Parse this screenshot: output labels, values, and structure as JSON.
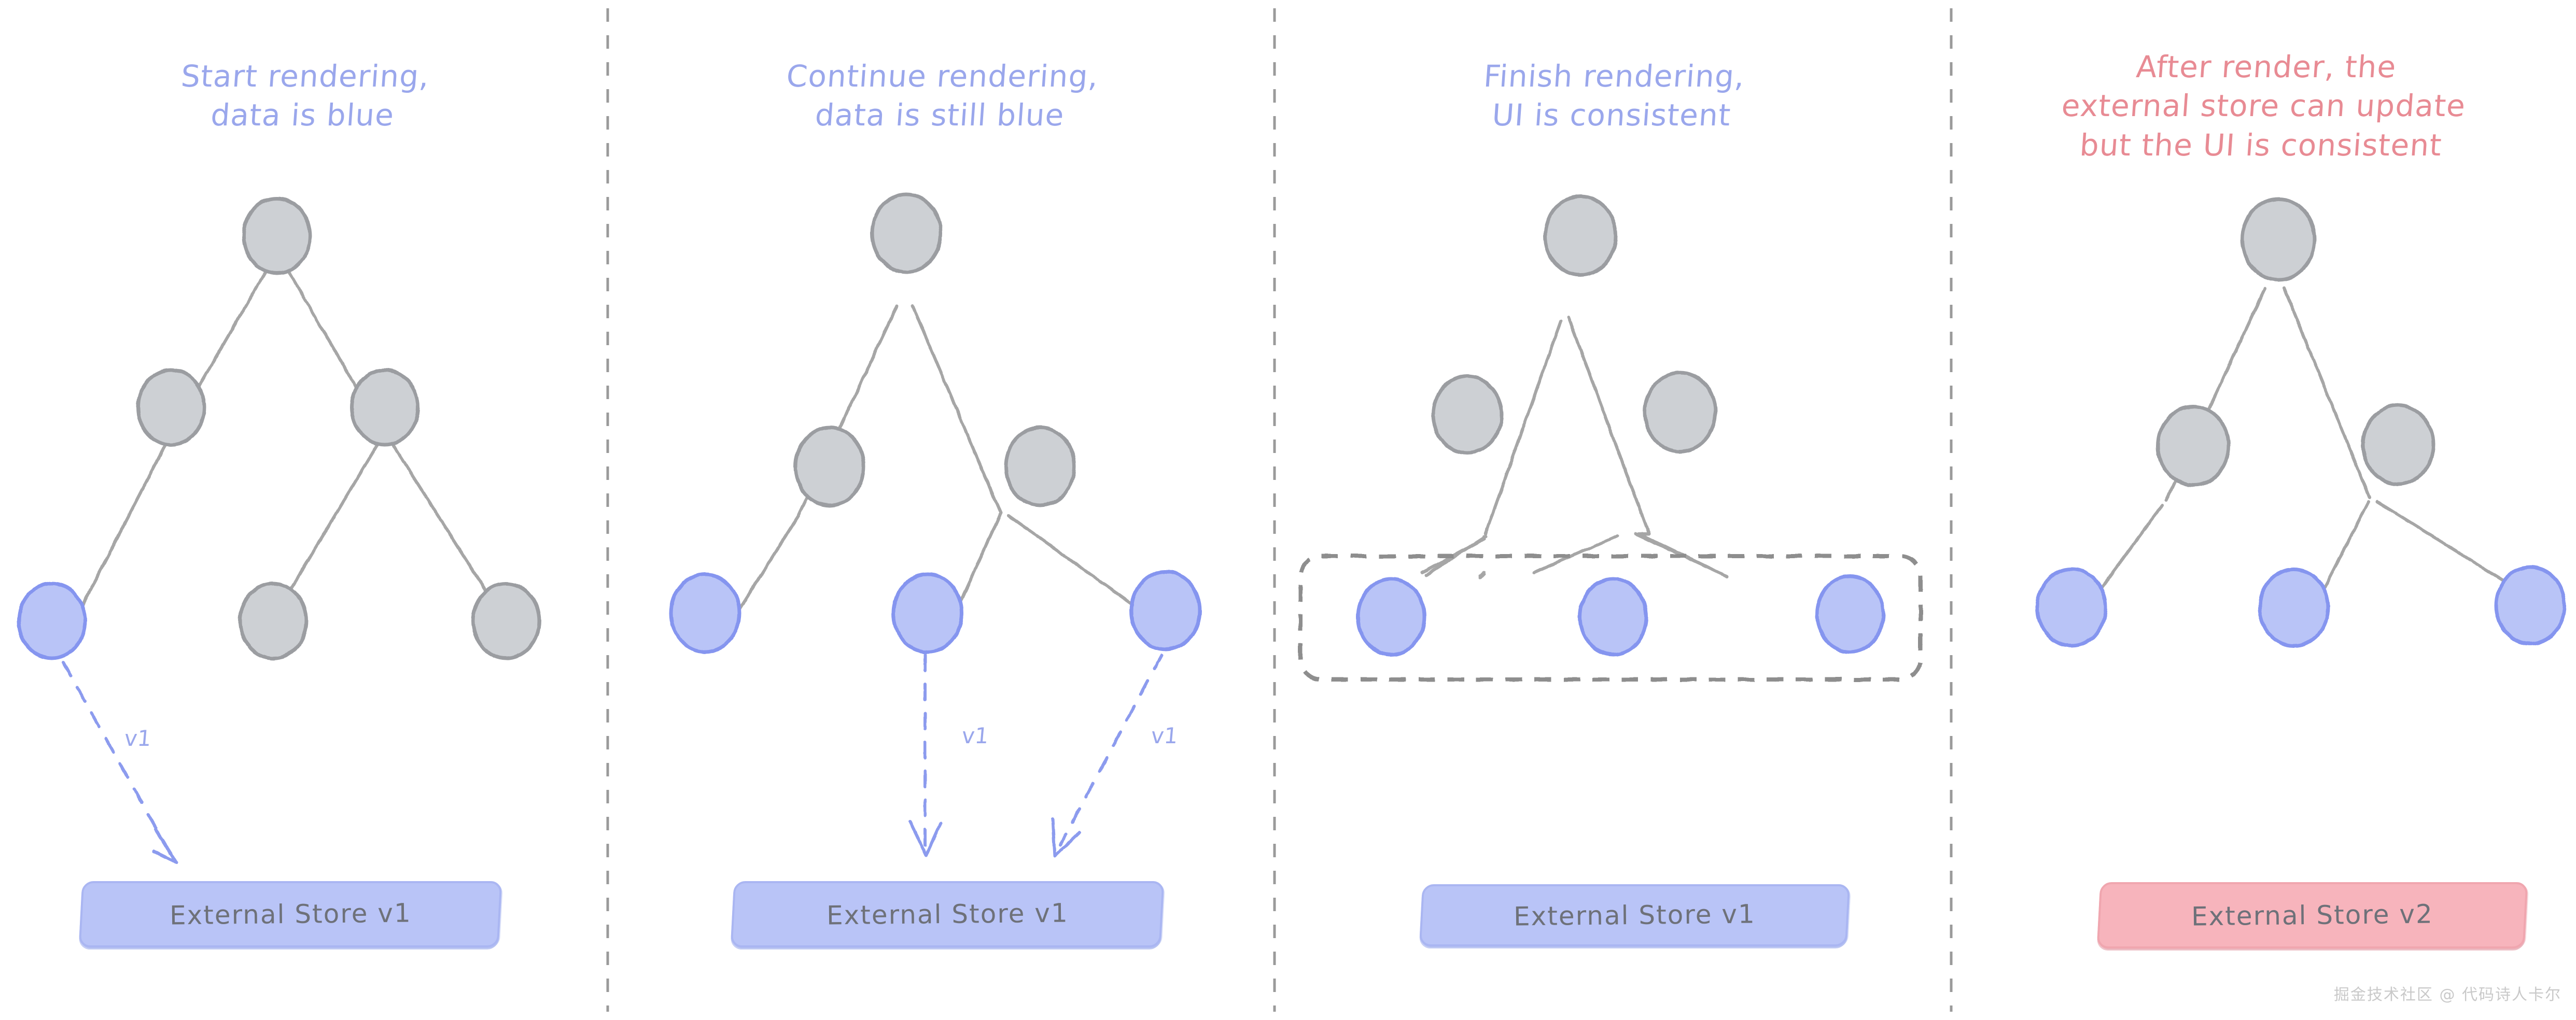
{
  "diagram": {
    "title_semantics": "React concurrent rendering with external store tearing illustration",
    "colors": {
      "node_gray_fill": "#cdd0d4",
      "node_gray_stroke": "#9b9da1",
      "node_blue_fill": "#b9c4f7",
      "node_blue_stroke": "#8595ef",
      "store_blue_fill": "#b9c4f7",
      "store_red_fill": "#f7b4bc",
      "title_blue": "#9aa7ec",
      "title_red": "#e88b94",
      "divider_gray": "#9a9a9a",
      "edge_gray": "#a6a6a6",
      "arrow_blue": "#8c9bee",
      "watermark_gray": "#c9c9c9",
      "background": "#ffffff"
    },
    "watermark": "掘金技术社区 @ 代码诗人卡尔",
    "panels": [
      {
        "id": "panel-1",
        "title": "Start rendering,\ndata is blue",
        "title_color": "title_blue",
        "store_label": "External Store v1",
        "store_color": "blue",
        "leaf_states": [
          "blue",
          "gray",
          "gray"
        ],
        "arrows": [
          {
            "from_leaf": 0,
            "label": "v1"
          }
        ],
        "grouped": false
      },
      {
        "id": "panel-2",
        "title": "Continue rendering,\ndata is still blue",
        "title_color": "title_blue",
        "store_label": "External Store v1",
        "store_color": "blue",
        "leaf_states": [
          "blue",
          "blue",
          "blue"
        ],
        "arrows": [
          {
            "from_leaf": 1,
            "label": "v1"
          },
          {
            "from_leaf": 2,
            "label": "v1"
          }
        ],
        "grouped": false
      },
      {
        "id": "panel-3",
        "title": "Finish rendering,\nUI is consistent",
        "title_color": "title_blue",
        "store_label": "External Store v1",
        "store_color": "blue",
        "leaf_states": [
          "blue",
          "blue",
          "blue"
        ],
        "arrows": [],
        "grouped": true
      },
      {
        "id": "panel-4",
        "title": "After render, the\nexternal store can update\nbut the UI is consistent",
        "title_color": "title_red",
        "store_label": "External Store v2",
        "store_color": "red",
        "leaf_states": [
          "blue",
          "blue",
          "blue"
        ],
        "arrows": [],
        "grouped": false
      }
    ]
  }
}
